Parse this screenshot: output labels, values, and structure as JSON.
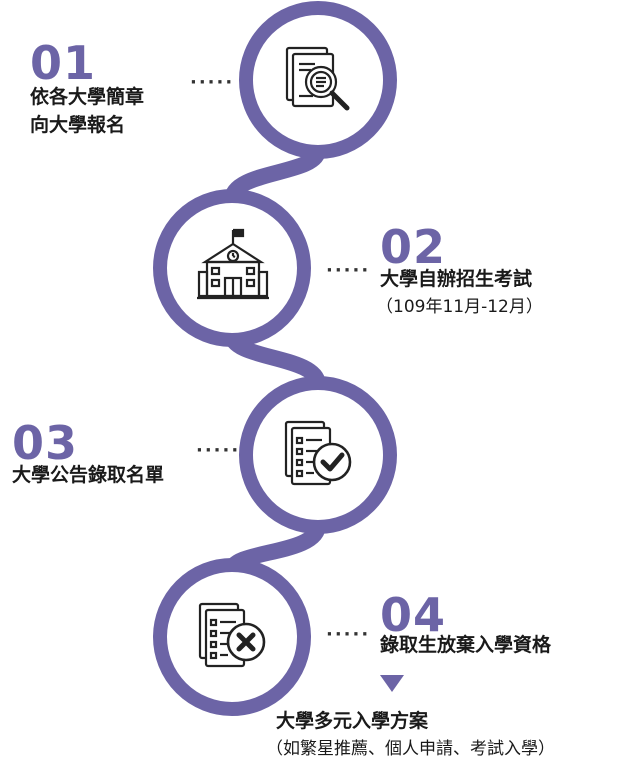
{
  "colors": {
    "accent": "#6c64a6",
    "text": "#1a1a1a"
  },
  "dots": "·····",
  "steps": [
    {
      "number": "01",
      "lines": [
        "依各大學簡章",
        "向大學報名"
      ],
      "icon": "document-magnifier-icon"
    },
    {
      "number": "02",
      "lines": [
        "大學自辦招生考試"
      ],
      "sub": "（109年11月-12月）",
      "icon": "university-building-icon"
    },
    {
      "number": "03",
      "lines": [
        "大學公告錄取名單"
      ],
      "icon": "checklist-approved-icon"
    },
    {
      "number": "04",
      "lines": [
        "錄取生放棄入學資格"
      ],
      "icon": "checklist-rejected-icon"
    }
  ],
  "result": {
    "arrow_icon": "triangle-down-icon",
    "title": "大學多元入學方案",
    "sub": "（如繁星推薦、個人申請、考試入學）"
  }
}
